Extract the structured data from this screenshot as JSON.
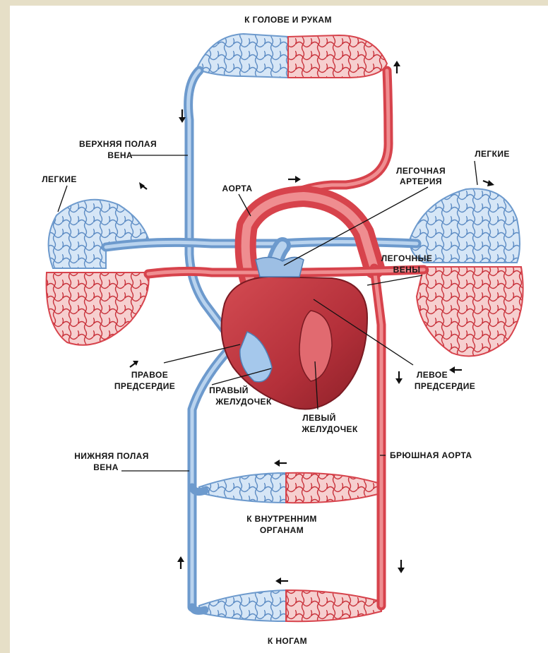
{
  "labels": {
    "head_arms": "К ГОЛОВЕ И РУКАМ",
    "svc_1": "ВЕРХНЯЯ ПОЛАЯ",
    "svc_2": "ВЕНА",
    "lungs_left": "ЛЕГКИЕ",
    "lungs_right": "ЛЕГКИЕ",
    "aorta": "АОРТА",
    "pulm_artery_1": "ЛЕГОЧНАЯ",
    "pulm_artery_2": "АРТЕРИЯ",
    "pulm_veins_1": "ЛЕГОЧНЫЕ",
    "pulm_veins_2": "ВЕНЫ",
    "right_atrium_1": "ПРАВОЕ",
    "right_atrium_2": "ПРЕДСЕРДИЕ",
    "right_ventricle_1": "ПРАВЫЙ",
    "right_ventricle_2": "ЖЕЛУДОЧЕК",
    "left_ventricle_1": "ЛЕВЫЙ",
    "left_ventricle_2": "ЖЕЛУДОЧЕК",
    "left_atrium_1": "ЛЕВОЕ",
    "left_atrium_2": "ПРЕДСЕРДИЕ",
    "ivc_1": "НИЖНЯЯ ПОЛАЯ",
    "ivc_2": "ВЕНА",
    "abdominal_aorta": "БРЮШНАЯ АОРТА",
    "internal_organs_1": "К ВНУТРЕННИМ",
    "internal_organs_2": "ОРГАНАМ",
    "legs": "К НОГАМ"
  },
  "colors": {
    "oxygen_poor_blood": "#6d9acd",
    "oxygen_rich_blood": "#d7434c",
    "heart_muscle": "#b8323a",
    "background": "#ffffff",
    "page_border": "#e6dfc7"
  }
}
